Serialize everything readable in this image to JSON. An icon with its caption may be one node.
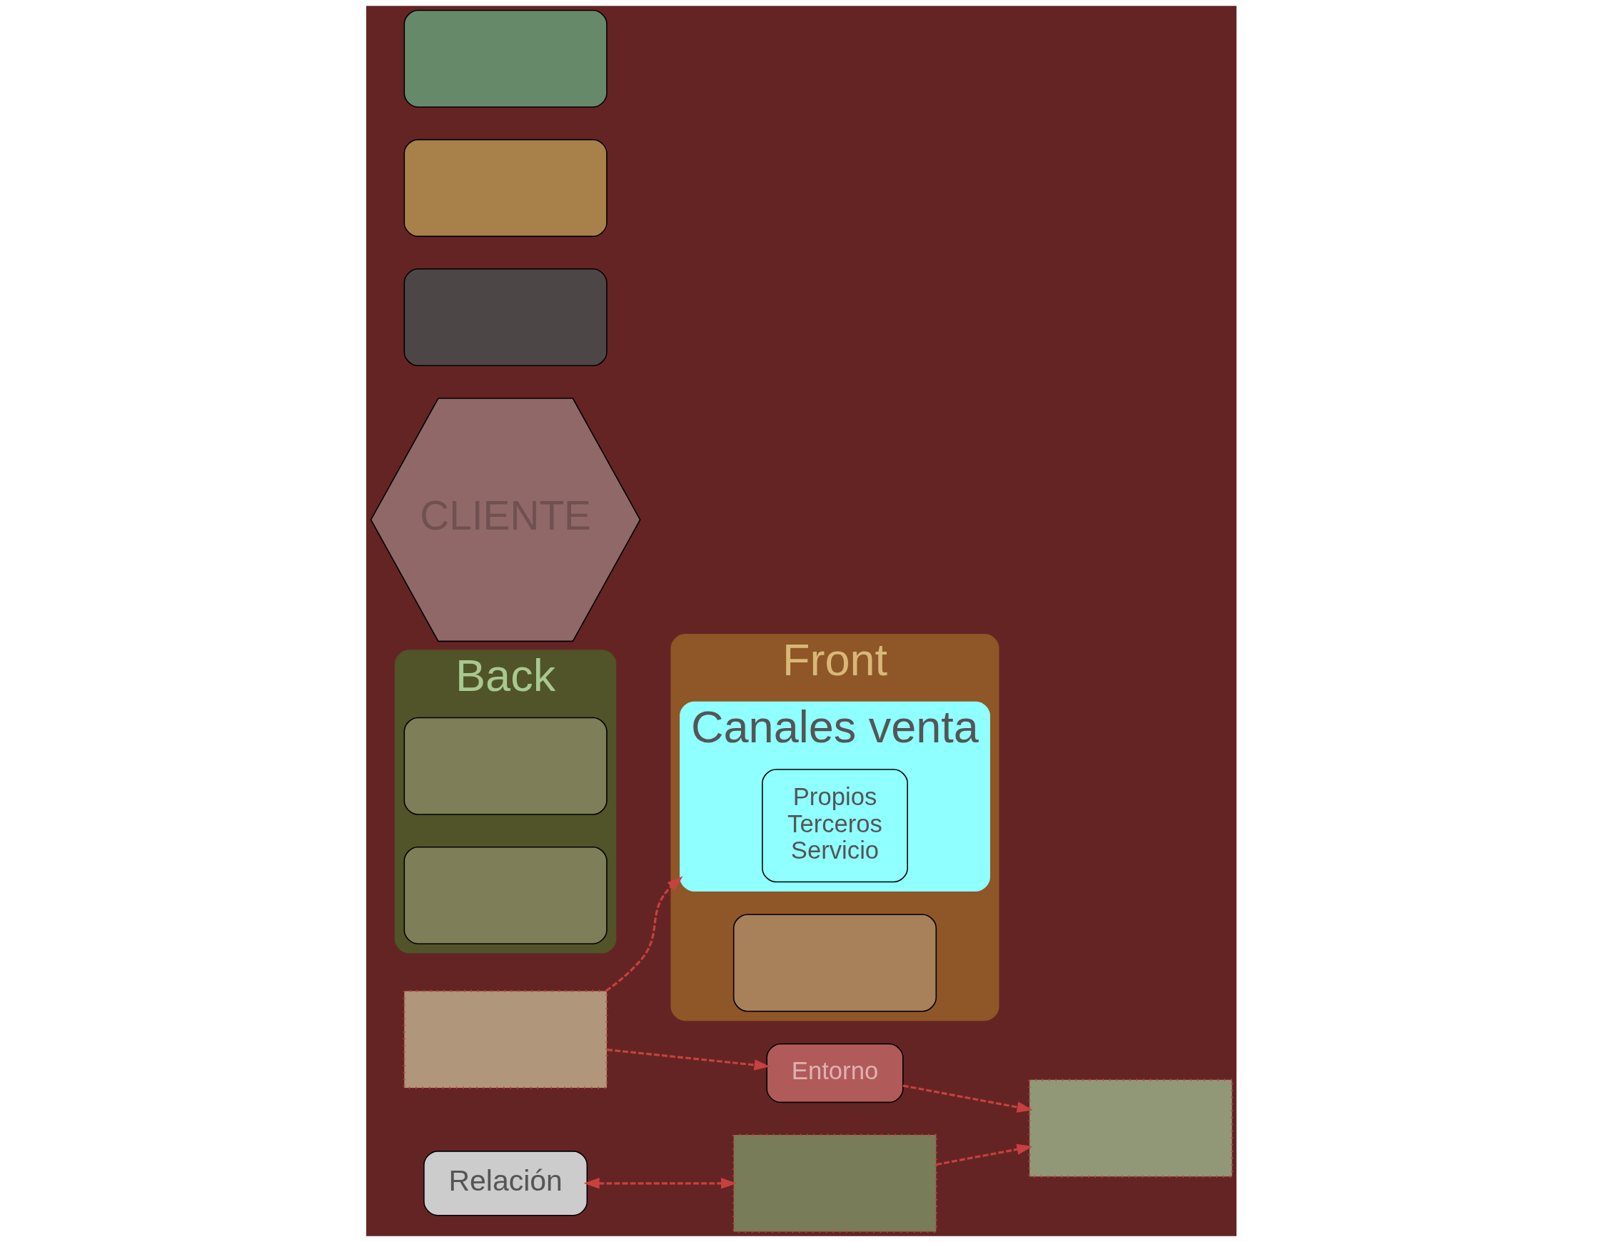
{
  "diagram": {
    "nodes": [
      {
        "text": [
          "Front"
        ]
      },
      {
        "text": [
          "Entorno"
        ]
      },
      {
        "text": [
          "Back"
        ]
      },
      {
        "text": [],
        "shape": "box",
        "in": 0
      },
      {
        "text": [
          "Canales venta"
        ],
        "in": 0
      },
      {
        "text": [
          "Propios",
          "Terceros",
          "Servicio"
        ],
        "in": 4
      },
      {
        "text": [],
        "shape": "box"
      },
      {
        "text": [
          "Relación"
        ]
      },
      {
        "text": [
          "CLIENTE"
        ]
      },
      {
        "text": [],
        "shape": "box",
        "in": 2
      },
      {
        "text": [],
        "shape": "box",
        "in": 2
      },
      {
        "text": [],
        "shape": "box"
      },
      {
        "text": [],
        "shape": "box"
      },
      {
        "text": [],
        "shape": "box"
      },
      {
        "text": [],
        "shape": "box"
      },
      {
        "text": [],
        "shape": "box"
      }
    ],
    "edges": [
      {
        "from": 6,
        "to": 4,
        "arrow": "to",
        "style": "dashed"
      },
      {
        "from": 12,
        "to": 11,
        "arrow": "to",
        "style": "dashed"
      },
      {
        "from": 6,
        "to": 1,
        "arrow": "to",
        "style": "dashed"
      },
      {
        "from": 1,
        "to": 11,
        "arrow": "to",
        "style": "dashed"
      },
      {
        "from": 7,
        "to": 12,
        "arrow": "both",
        "style": "dashed"
      }
    ]
  }
}
